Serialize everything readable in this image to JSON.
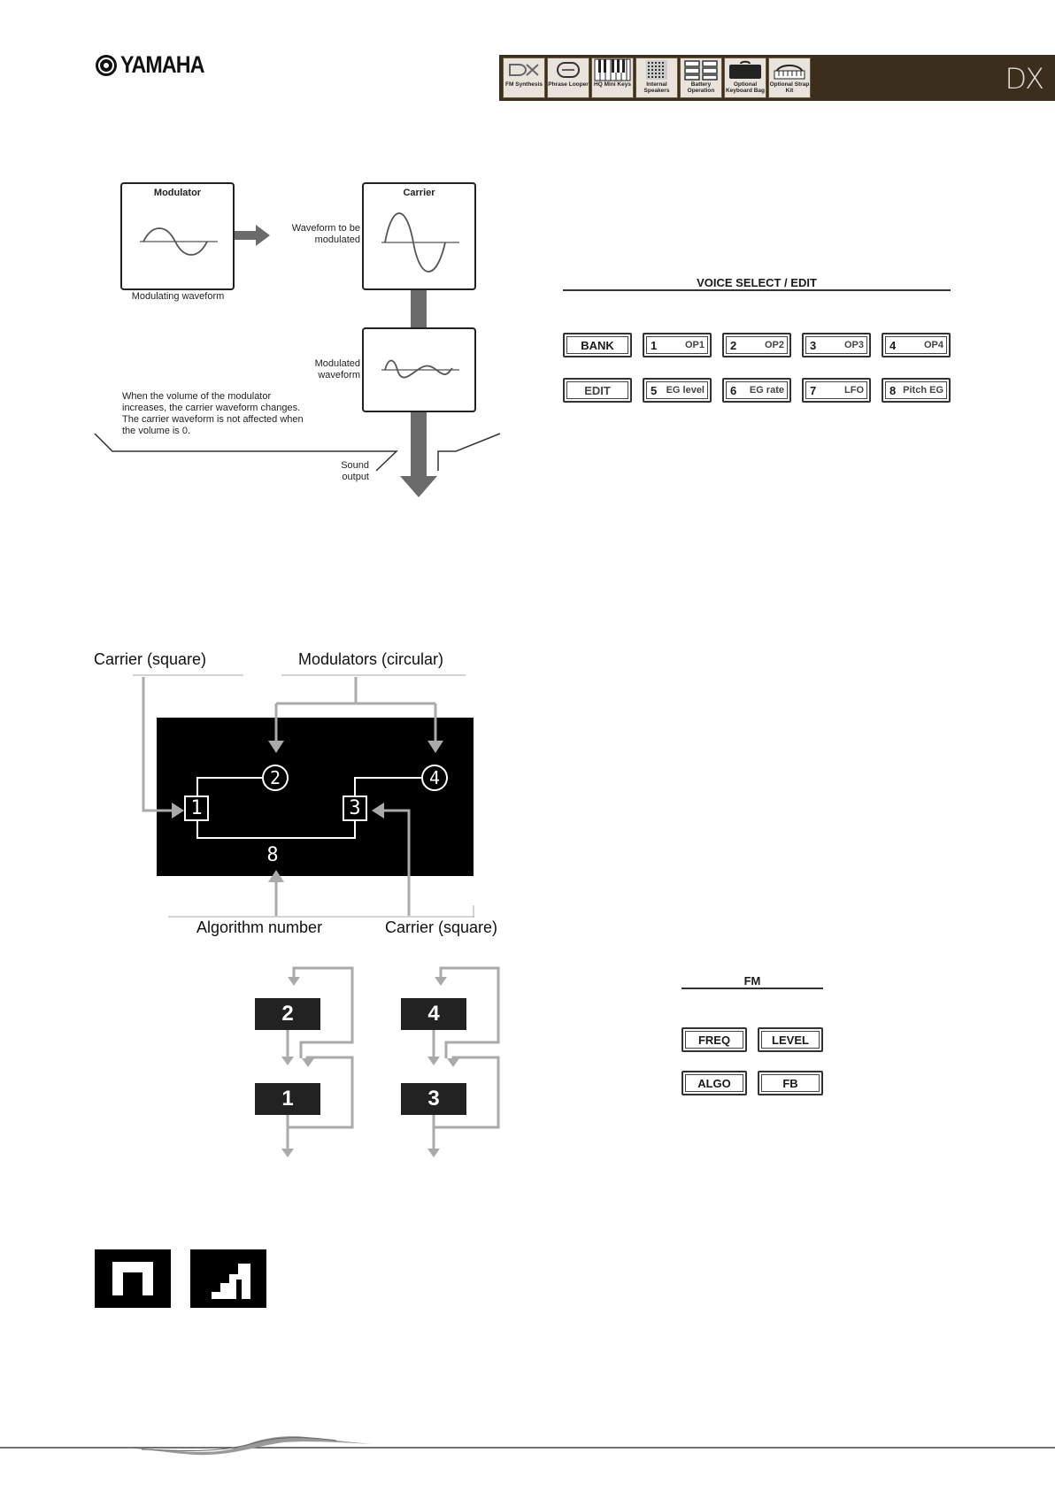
{
  "brand": {
    "name": "YAMAHA"
  },
  "header_strip": {
    "tiles": [
      {
        "label": "FM Synthesis",
        "icon": "dx-icon"
      },
      {
        "label": "Phrase Looper",
        "icon": "loop-icon"
      },
      {
        "label": "HQ Mini Keys",
        "icon": "keys-icon"
      },
      {
        "label": "Internal Speakers",
        "icon": "speaker-grille-icon"
      },
      {
        "label": "Battery Operation",
        "icon": "battery-icon"
      },
      {
        "label": "Optional Keyboard Bag",
        "icon": "bag-icon"
      },
      {
        "label": "Optional Strap Kit",
        "icon": "strap-icon"
      }
    ],
    "logo_text": "DX",
    "background": "#3c2e1c"
  },
  "fm_diagram": {
    "modulator_title": "Modulator",
    "carrier_title": "Carrier",
    "modulating_waveform": "Modulating waveform",
    "waveform_to_be_modulated": "Waveform to be modulated",
    "modulated_waveform": "Modulated waveform",
    "note": "When the volume of the modulator increases, the carrier waveform changes. The carrier waveform is not affected when the volume is 0.",
    "sound_output": "Sound output"
  },
  "voice_panel": {
    "title": "VOICE SELECT / EDIT",
    "row1": [
      {
        "num": "BANK",
        "text": ""
      },
      {
        "num": "1",
        "text": "OP1"
      },
      {
        "num": "2",
        "text": "OP2"
      },
      {
        "num": "3",
        "text": "OP3"
      },
      {
        "num": "4",
        "text": "OP4"
      }
    ],
    "row2": [
      {
        "num": "EDIT",
        "text": ""
      },
      {
        "num": "5",
        "text": "EG level"
      },
      {
        "num": "6",
        "text": "EG rate"
      },
      {
        "num": "7",
        "text": "LFO"
      },
      {
        "num": "8",
        "text": "Pitch EG"
      }
    ]
  },
  "algorithm_display": {
    "carrier_label_top": "Carrier (square)",
    "modulators_label": "Modulators (circular)",
    "algorithm_number_label": "Algorithm number",
    "carrier_label_bottom": "Carrier (square)",
    "ops": {
      "op1": "1",
      "op2": "2",
      "op3": "3",
      "op4": "4"
    },
    "algorithm_number": "8"
  },
  "feedback_diagram": {
    "left": {
      "top": "2",
      "bottom": "1"
    },
    "right": {
      "top": "4",
      "bottom": "3"
    }
  },
  "fm_panel": {
    "title": "FM",
    "buttons": [
      "FREQ",
      "LEVEL",
      "ALGO",
      "FB"
    ]
  },
  "glyphs": [
    "carrier-square-glyph-icon",
    "modulator-stair-glyph-icon"
  ]
}
